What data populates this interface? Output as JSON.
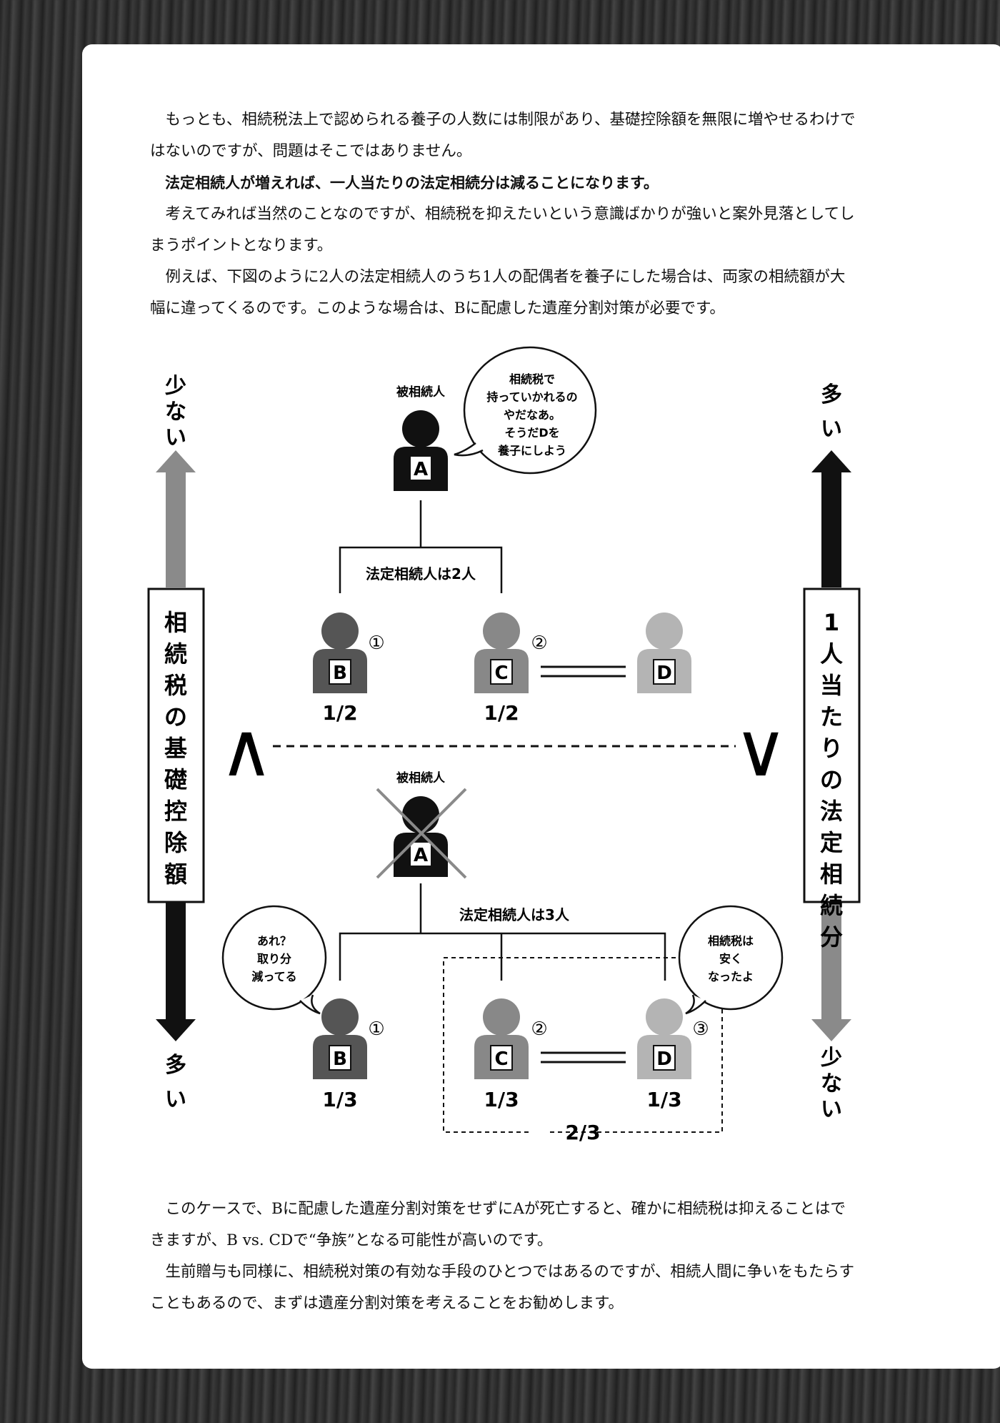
{
  "top_paragraphs": [
    {
      "text": "もっとも、相続税法上で認められる養子の人数には制限があり、基礎控除額を無限に増やせるわけではないのですが、問題はそこではありません。",
      "bold": false
    },
    {
      "text": "法定相続人が増えれば、一人当たりの法定相続分は減ることになります。",
      "bold": true
    },
    {
      "text": "考えてみれば当然のことなのですが、相続税を抑えたいという意識ばかりが強いと案外見落としてしまうポイントとなります。",
      "bold": false
    },
    {
      "text": "例えば、下図のように2人の法定相続人のうち1人の配偶者を養子にした場合は、両家の相続額が大幅に違ってくるのです。このような場合は、Bに配慮した遺産分割対策が必要です。",
      "bold": false
    }
  ],
  "diagram": {
    "left_axis": {
      "top": "少ない",
      "box": "相続税の基礎控除額",
      "bottom": "多い"
    },
    "right_axis": {
      "top": "多い",
      "box": "1人当たりの法定相続分",
      "bottom": "少ない"
    },
    "compare_left": "∧",
    "compare_right": "∨",
    "top_case": {
      "decedent_label": "被相続人",
      "decedent": "A",
      "bubble": [
        "相続税で",
        "持っていかれるの",
        "やだなあ。",
        "そうだDを",
        "養子にしよう"
      ],
      "heirs_label": "法定相続人は2人",
      "persons": [
        {
          "letter": "B",
          "num": "①",
          "share": "1/2"
        },
        {
          "letter": "C",
          "num": "②",
          "share": "1/2"
        },
        {
          "letter": "D",
          "num": "",
          "share": ""
        }
      ]
    },
    "bottom_case": {
      "decedent_label": "被相続人",
      "decedent": "A",
      "heirs_label": "法定相続人は3人",
      "bubble_left": [
        "あれ？",
        "取り分",
        "減ってる"
      ],
      "bubble_right": [
        "相続税は",
        "安く",
        "なったよ"
      ],
      "persons": [
        {
          "letter": "B",
          "num": "①",
          "share": "1/3"
        },
        {
          "letter": "C",
          "num": "②",
          "share": "1/3"
        },
        {
          "letter": "D",
          "num": "③",
          "share": "1/3"
        }
      ],
      "group_share": "2/3"
    }
  },
  "bottom_paragraphs": [
    {
      "text": "このケースで、Bに配慮した遺産分割対策をせずにAが死亡すると、確かに相続税は抑えることはできますが、B vs. CDで“争族”となる可能性が高いのです。",
      "bold": false
    },
    {
      "text": "生前贈与も同様に、相続税対策の有効な手段のひとつではあるのですが、相続人間に争いをもたらすこともあるので、まずは遺産分割対策を考えることをお勧めします。",
      "bold": false
    }
  ],
  "colors": {
    "person_A": "#111111",
    "person_B": "#555555",
    "person_C": "#888888",
    "person_D": "#b4b4b4",
    "arrow_dark": "#111111",
    "arrow_light": "#8a8a8a"
  }
}
